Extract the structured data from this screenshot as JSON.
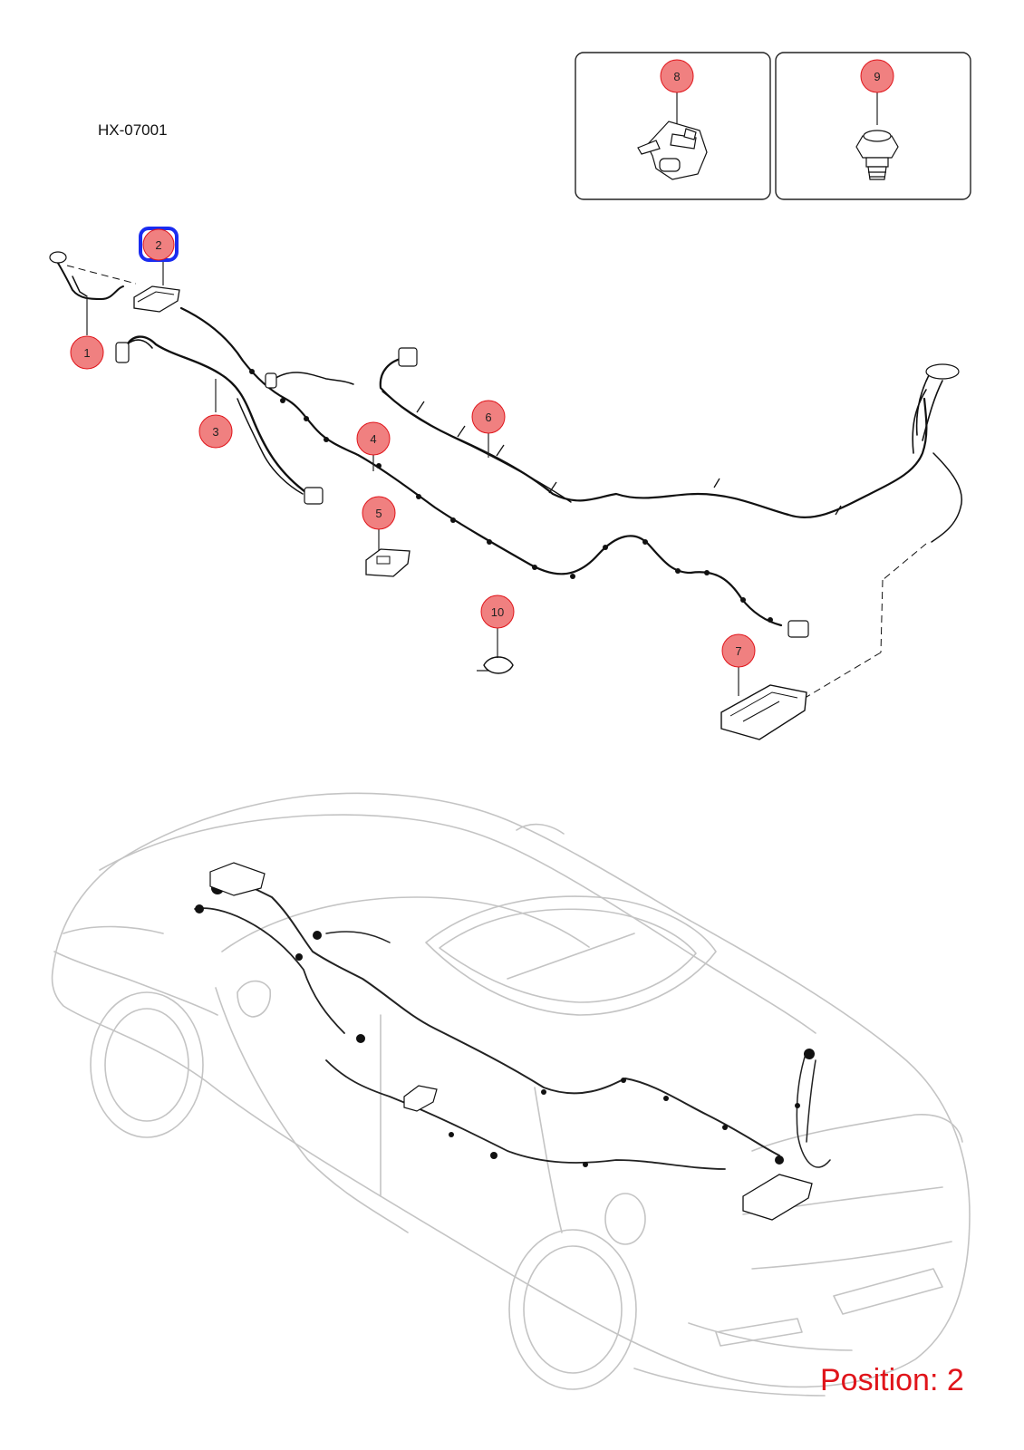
{
  "doc_id": "HX-07001",
  "position_label": "Position: 2",
  "highlighted_callout": "2",
  "accent_color": "#e0141a",
  "callout_fill": "#f08080",
  "highlight_color": "#1a2cf0",
  "callouts": [
    "1",
    "2",
    "3",
    "4",
    "5",
    "6",
    "7",
    "8",
    "9",
    "10"
  ]
}
